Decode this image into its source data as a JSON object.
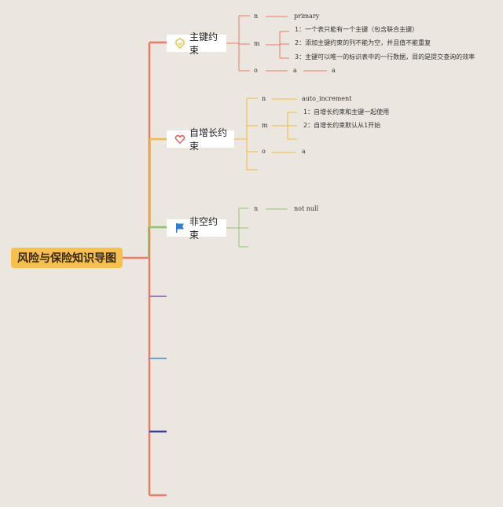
{
  "root": {
    "title": "风险与保险知识导图"
  },
  "topics": [
    {
      "label": "主键约束",
      "icon": "badge-icon",
      "rows": [
        {
          "key": "n",
          "value": "primary"
        },
        {
          "key": "m",
          "items": [
            "1：一个表只能有一个主键（包含联合主键）",
            "2：添加主键约束的列不能为空，并且值不能重复",
            "3：主键可以唯一的标识表中的一行数据，目的是提交查询的效率"
          ]
        },
        {
          "key": "o",
          "value": "a",
          "value2": "a"
        }
      ]
    },
    {
      "label": "自增长约束",
      "icon": "heart-icon",
      "rows": [
        {
          "key": "n",
          "value": "auto_increment"
        },
        {
          "key": "m",
          "items": [
            "1：自增长约束和主键一起使用",
            "2：自增长约束默认从1开始"
          ]
        },
        {
          "key": "o",
          "value": "a"
        }
      ]
    },
    {
      "label": "非空约束",
      "icon": "flag-icon",
      "rows": [
        {
          "key": "n",
          "value": "not null"
        }
      ]
    }
  ],
  "colors": {
    "root": "#f6c04d",
    "trunk": "#f07a63",
    "topic1": "#f07a63",
    "topic2": "#f5b83d",
    "topic3": "#8cc66a",
    "stub_purple": "#a07ab0",
    "stub_blue": "#6a9fd6",
    "stub_navy": "#3d3d9b",
    "stub_red": "#f07a63"
  }
}
